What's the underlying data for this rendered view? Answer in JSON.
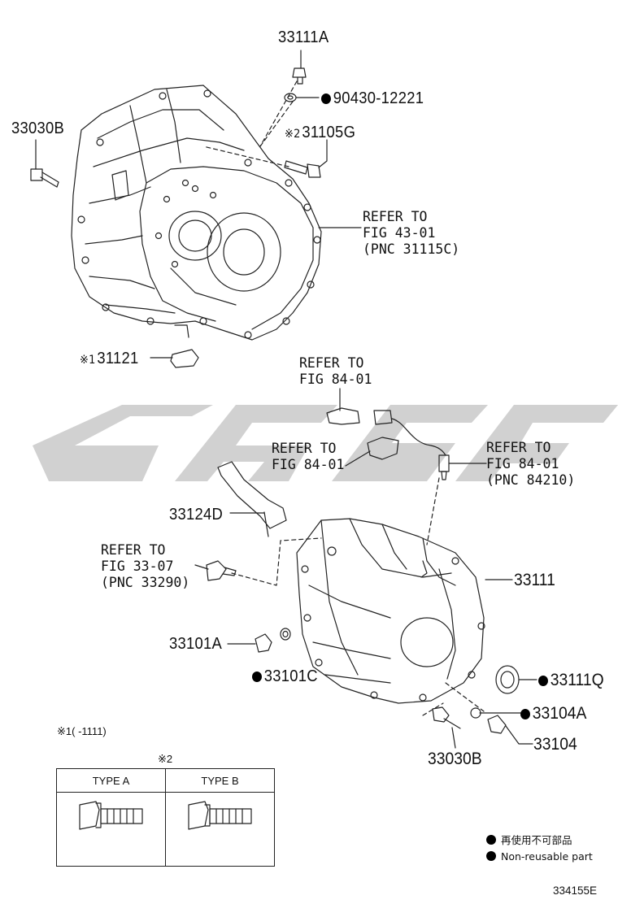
{
  "labels": {
    "p33111A": "33111A",
    "p90430": "90430-12221",
    "p33030B_top": "33030B",
    "p31105G": "31105G",
    "p31121": "31121",
    "p33124D": "33124D",
    "p33101A": "33101A",
    "p33101C": "33101C",
    "p33111": "33111",
    "p33111Q": "33111Q",
    "p33104A": "33104A",
    "p33104": "33104",
    "p33030B_bottom": "33030B"
  },
  "marks": {
    "note1": "※1",
    "note2": "※2"
  },
  "refs": {
    "fig43": [
      "REFER TO",
      "FIG 43-01",
      "(PNC 31115C)"
    ],
    "fig84_top": [
      "REFER TO",
      "FIG 84-01"
    ],
    "fig84_mid": [
      "REFER TO",
      "FIG 84-01"
    ],
    "fig84_right": [
      "REFER TO",
      "FIG 84-01",
      "(PNC 84210)"
    ],
    "fig33": [
      "REFER TO",
      "FIG 33-07",
      "(PNC 33290)"
    ]
  },
  "footnote": {
    "mark": "※1",
    "text": "(     -1111)"
  },
  "type_table": {
    "mark": "※2",
    "type_a": "TYPE A",
    "type_b": "TYPE B"
  },
  "legend": {
    "jp": "再使用不可部品",
    "en": "Non-reusable part"
  },
  "figure_id": "334155E",
  "watermark_color": "#c9c9c9"
}
